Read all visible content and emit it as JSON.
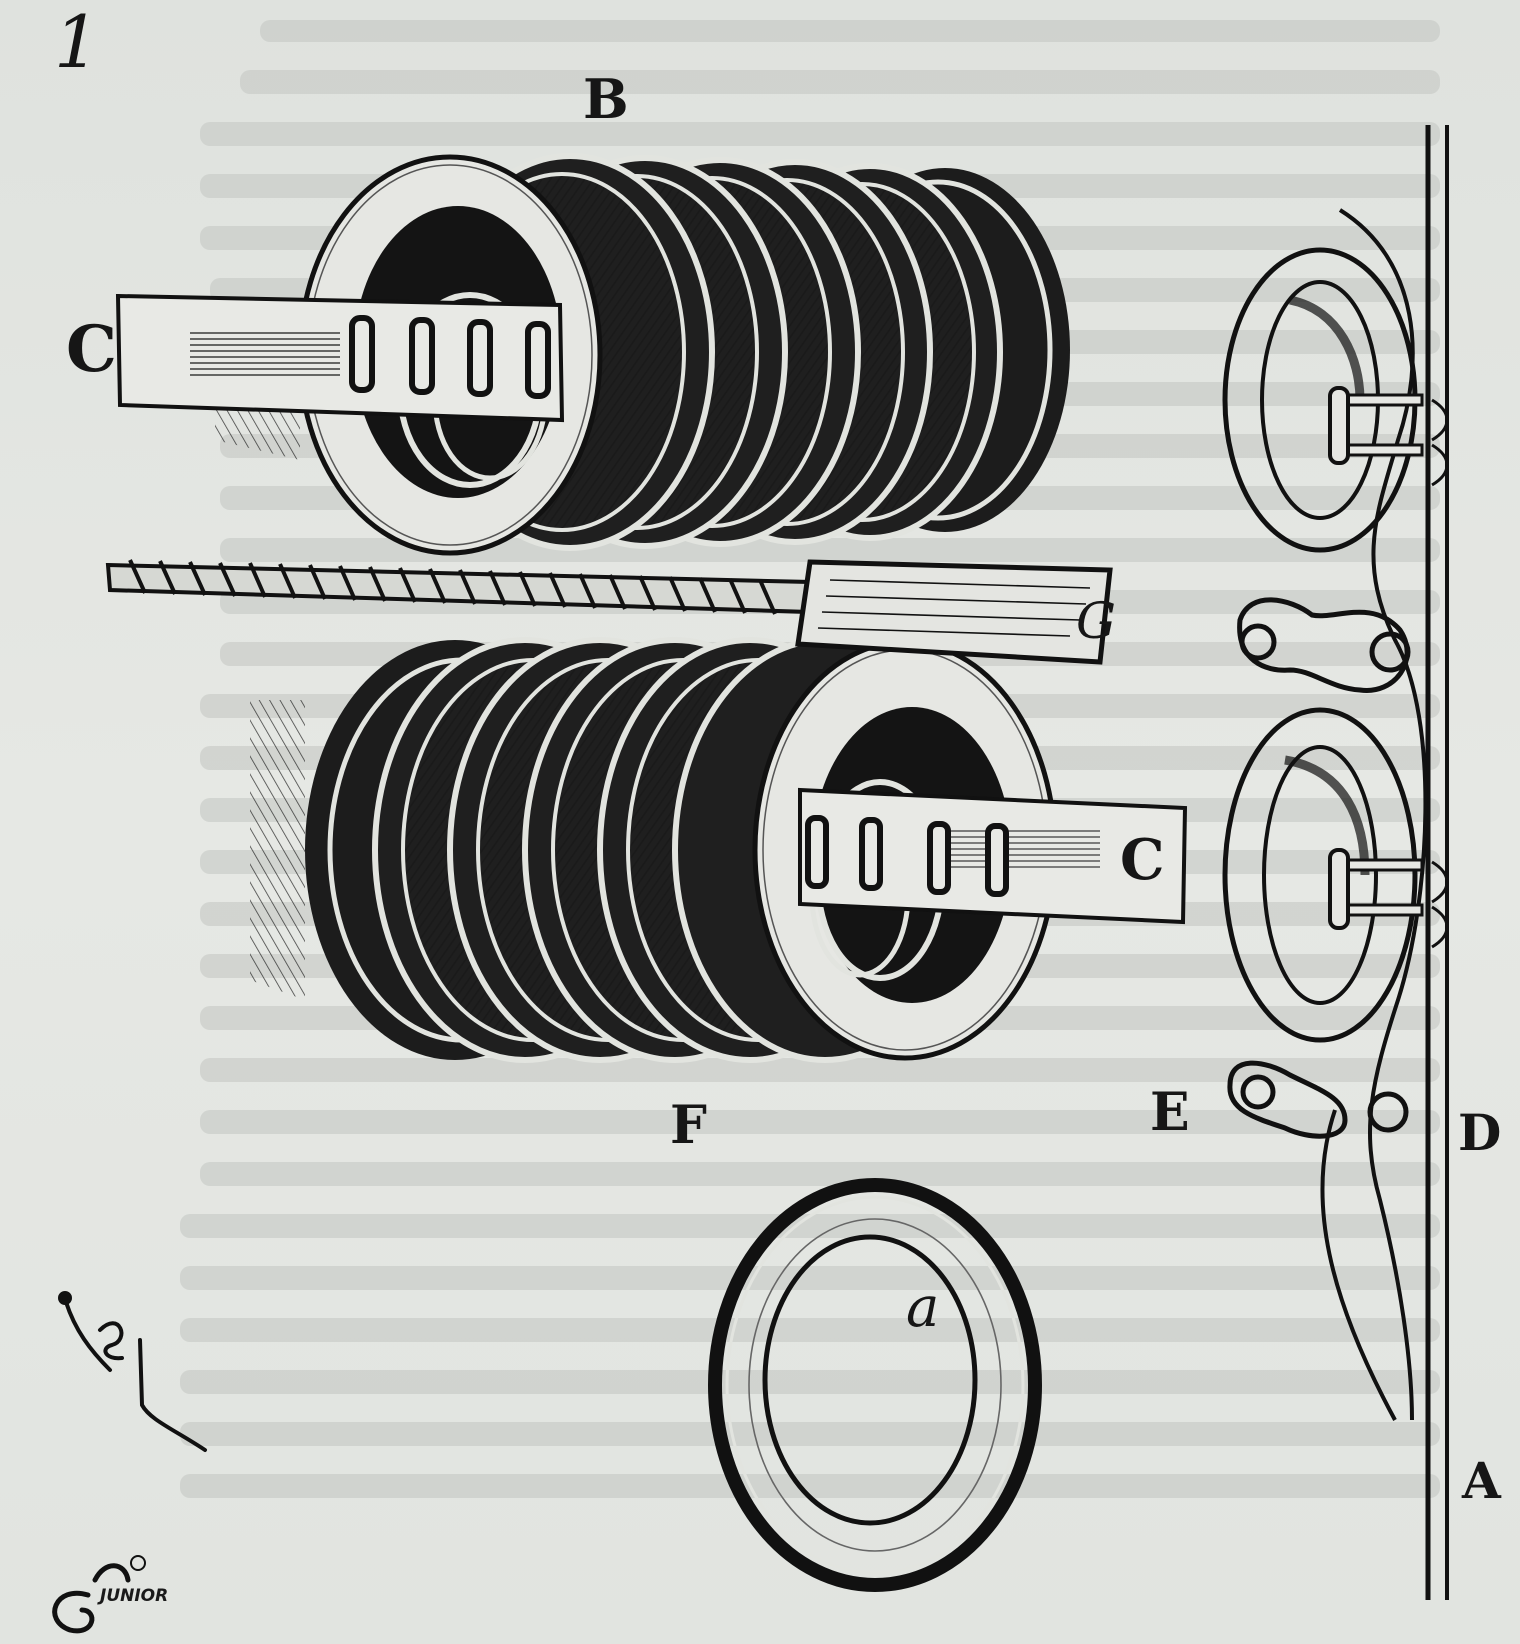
{
  "figure": {
    "number": "1",
    "background_color": "#e3e5e1",
    "ink_color": "#161616",
    "bleed_text_color": "#b9bcb8"
  },
  "labels": {
    "B": "B",
    "C_top": "C",
    "C_bottom": "C",
    "G": "G",
    "F": "F",
    "E": "E",
    "D": "D",
    "A": "A",
    "a": "a"
  },
  "signatures": {
    "engraver_monogram": "engraver-monogram",
    "junior": "JUNIOR"
  }
}
